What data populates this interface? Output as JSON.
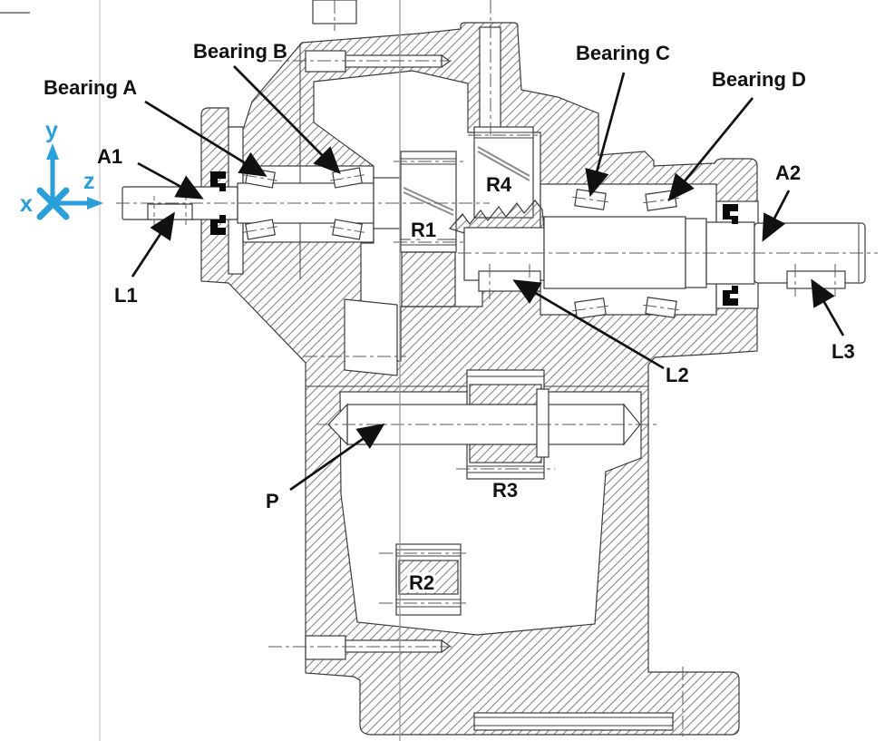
{
  "title": "Gearbox sectional drawing with labeled bearings, shafts, gears and seals",
  "labels": {
    "bearing_a": "Bearing A",
    "bearing_b": "Bearing B",
    "bearing_c": "Bearing C",
    "bearing_d": "Bearing D",
    "a1": "A1",
    "a2": "A2",
    "l1": "L1",
    "l2": "L2",
    "l3": "L3",
    "r1": "R1",
    "r2": "R2",
    "r3": "R3",
    "r4": "R4",
    "p": "P"
  },
  "axes": {
    "x": "x",
    "y": "y",
    "z": "z",
    "color": "#2b9fd9"
  },
  "colors": {
    "outline": "#3b3b3b",
    "hatch": "#6e6e6e",
    "label_text": "#111111",
    "centerline": "#5a5a5a",
    "background": "#ffffff"
  }
}
